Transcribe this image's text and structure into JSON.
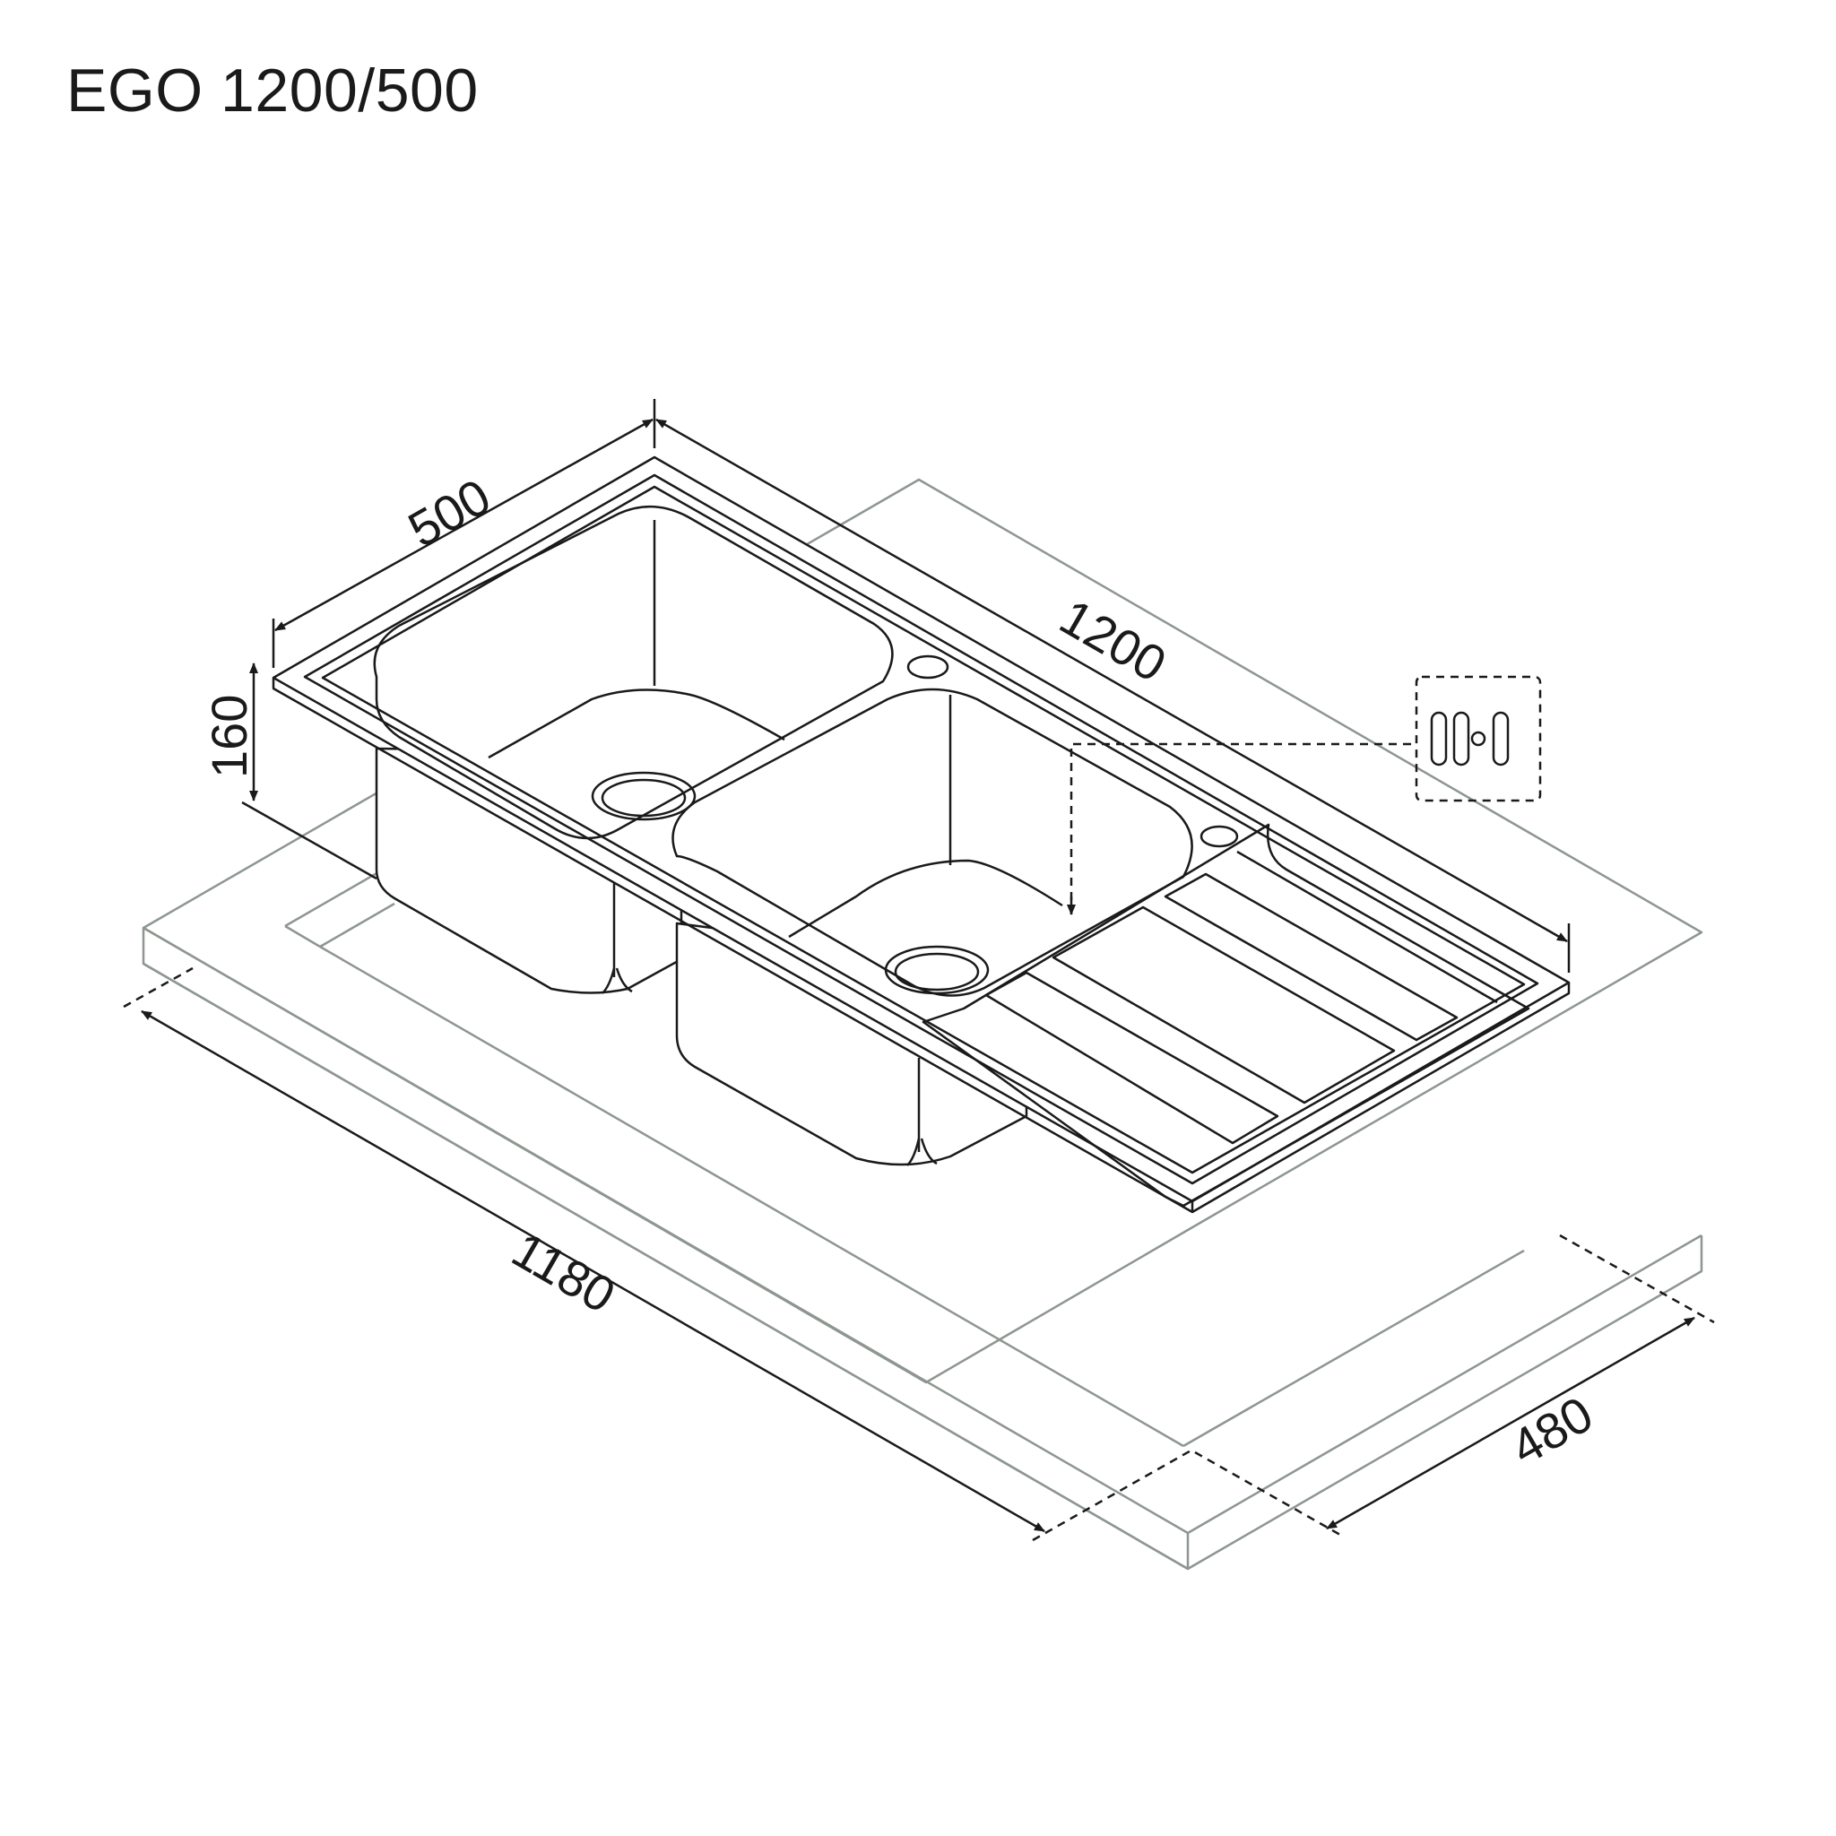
{
  "title": "EGO 1200/500",
  "dimensions": {
    "width_top": "500",
    "length_top": "1200",
    "depth": "160",
    "cutout_length": "1180",
    "cutout_width": "480"
  },
  "colors": {
    "ink": "#1a1a1a",
    "worktop": "#8e9690"
  }
}
